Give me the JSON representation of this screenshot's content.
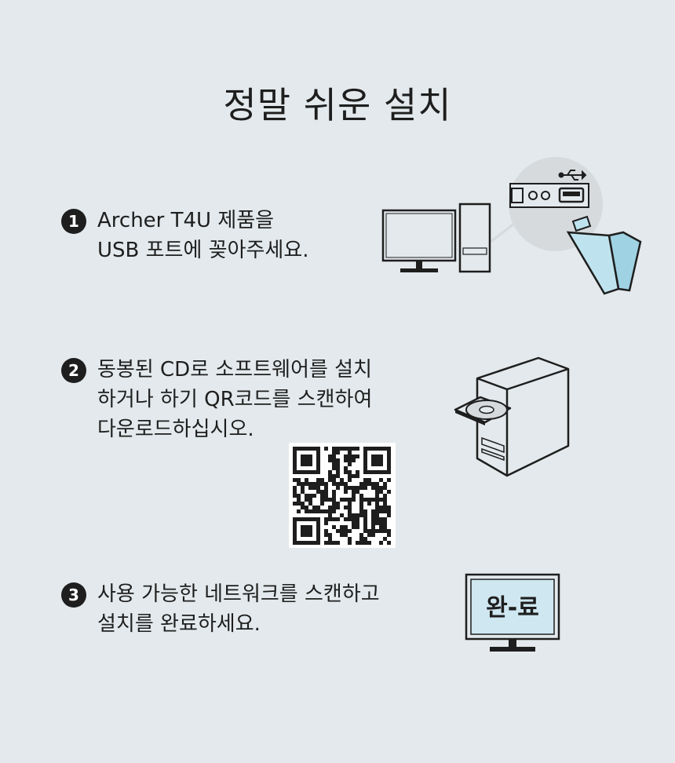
{
  "title": "정말 쉬운 설치",
  "steps": [
    {
      "number": "1",
      "lines": [
        "Archer T4U 제품을",
        "USB 포트에 꽂아주세요."
      ]
    },
    {
      "number": "2",
      "lines": [
        "동봉된 CD로 소프트웨어를 설치",
        "하거나 하기 QR코드를 스캔하여",
        "다운로드하십시오."
      ]
    },
    {
      "number": "3",
      "lines": [
        "사용 가능한 네트워크를 스캔하고",
        "설치를 완료하세요."
      ]
    }
  ],
  "screen_text": "완-료",
  "colors": {
    "background": "#e3e9ec",
    "adapter": "#bfe3ee",
    "screen": "#cfe7f0",
    "ink": "#1e1e1e"
  }
}
